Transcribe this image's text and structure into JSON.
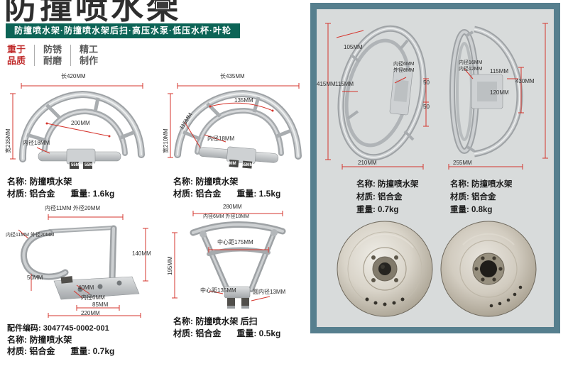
{
  "colors": {
    "accent_red": "#d5342c",
    "banner_bg": "#0c6456",
    "panel_border": "#567f8e",
    "badge_red": "#c02c2c"
  },
  "header": {
    "title": "防撞喷水架",
    "banner": "防撞喷水架·防撞喷水架后扫·高压水泵·低压水杯·叶轮",
    "badges": [
      {
        "l1": "重于",
        "l2": "品质"
      },
      {
        "l1": "防锈",
        "l2": "耐磨"
      },
      {
        "l1": "精工",
        "l2": "制作"
      }
    ]
  },
  "products": {
    "p1": {
      "name": "名称: 防撞喷水架",
      "material": "材质: 铝合金",
      "weight": "重量: 1.6kg",
      "dims": {
        "top": "长420MM",
        "side": "宽235MM",
        "mid": "200MM",
        "inner": "内径18MM",
        "n1": "55MM",
        "n2": "55MM"
      }
    },
    "p2": {
      "name": "名称: 防撞喷水架",
      "material": "材质: 铝合金",
      "weight": "重量: 1.5kg",
      "dims": {
        "top": "长435MM",
        "side": "宽210MM",
        "arc": "135MM",
        "slant": "115MM",
        "inner": "内径18MM",
        "n1": "55MM",
        "n2": "55MM"
      }
    },
    "p3": {
      "code": "配件编码: 3047745-0002-001",
      "name": "名称: 防撞喷水架",
      "material": "材质: 铝合金",
      "weight": "重量: 0.7kg",
      "dims": {
        "top": "内径11MM 外径20MM",
        "side": "内径11MM 外径20MM",
        "height": "140MM",
        "d50": "50MM",
        "d40": "40MM",
        "inner": "内径6MM",
        "d85": "85MM",
        "width": "220MM"
      }
    },
    "p4": {
      "name": "名称: 防撞喷水架 后扫",
      "material": "材质: 铝合金",
      "weight": "重量: 0.5kg",
      "dims": {
        "top": "280MM",
        "inner": "内径6MM 外径18MM",
        "center": "中心距175MM",
        "side": "195MM",
        "bottom": "中心距135MM",
        "round": "圆内径13MM"
      }
    },
    "p5": {
      "name": "名称: 防撞喷水架",
      "material": "材质: 铝合金",
      "weight": "重量: 0.7kg",
      "dims": {
        "a": "105MM",
        "b": "415MM",
        "c": "115MM",
        "inner1": "内径6MM",
        "inner2": "外径8MM",
        "e": "50",
        "f": "50",
        "width": "210MM"
      }
    },
    "p6": {
      "name": "名称: 防撞喷水架",
      "material": "材质: 铝合金",
      "weight": "重量: 0.8kg",
      "dims": {
        "a": "115MM",
        "b": "120MM",
        "c": "430MM",
        "inner1": "内径16MM",
        "inner2": "内径12MM",
        "width": "255MM"
      }
    }
  }
}
